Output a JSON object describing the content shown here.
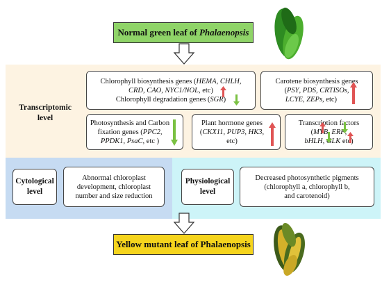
{
  "top_banner": {
    "text": "Normal green leaf of ",
    "italic": "Phalaenopsis"
  },
  "bottom_banner": {
    "text": "Yellow mutant leaf of Phalaenopsis"
  },
  "transcriptomic": {
    "label_line1": "Transcriptomic",
    "label_line2": "level",
    "chlorophyll": {
      "a": "Chlorophyll biosynthesis genes (",
      "hema": "HEMA",
      "b": ", ",
      "chlh": "CHLH",
      "c": ",",
      "crd": "CRD",
      "d": ", ",
      "cao": "CAO",
      "e": ", ",
      "nyc": "NYC1/NOL",
      "f": ", etc)",
      "g": "Chlorophyll degradation genes (",
      "sgr": "SGR",
      "h": ")"
    },
    "carotene": {
      "a": "Carotene biosynthesis genes",
      "b": "(",
      "psy": "PSY",
      "c": ", ",
      "pds": "PDS",
      "d": ", ",
      "crtiso": "CRTISOs",
      "e": ",",
      "lcye": "LCYE",
      "f": ", ",
      "zep": "ZEPs",
      "g": ", etc)"
    },
    "photosynthesis": {
      "a": "Photosynthesis and Carbon",
      "b": "fixation genes (",
      "ppc2": "PPC2",
      "c": ",",
      "ppdk1": "PPDK1",
      "d": ", ",
      "psac": "PsaC",
      "e": ", etc )"
    },
    "hormone": {
      "a": "Plant hormone genes",
      "b": "(",
      "ckx11": "CKX11",
      "c": ", ",
      "pup3": "PUP3",
      "d": ", ",
      "hk3": "HK3",
      "e": ",",
      "f": "etc)"
    },
    "tf": {
      "a": "Transcription factors",
      "b": "(",
      "myb": "MYB",
      "c": ", ",
      "erf": "ERF",
      "d": ",",
      "bhlh": "bHLH",
      "e": ", ",
      "glk": "GLK",
      "f": " etc)"
    }
  },
  "cytological": {
    "label_line1": "Cytological",
    "label_line2": "level",
    "desc_line1": "Abnormal chloroplast",
    "desc_line2": "development, chloroplast",
    "desc_line3": "number and size reduction"
  },
  "physiological": {
    "label_line1": "Physiological",
    "label_line2": "level",
    "desc_line1": "Decreased photosynthetic pigments",
    "desc_line2": "(chlorophyll a, chlorophyll b,",
    "desc_line3": "and carotenoid)"
  },
  "colors": {
    "up_arrow": "#e05454",
    "down_arrow": "#7ac142",
    "green_banner": "#8fd468",
    "yellow_banner": "#f5d41d"
  }
}
